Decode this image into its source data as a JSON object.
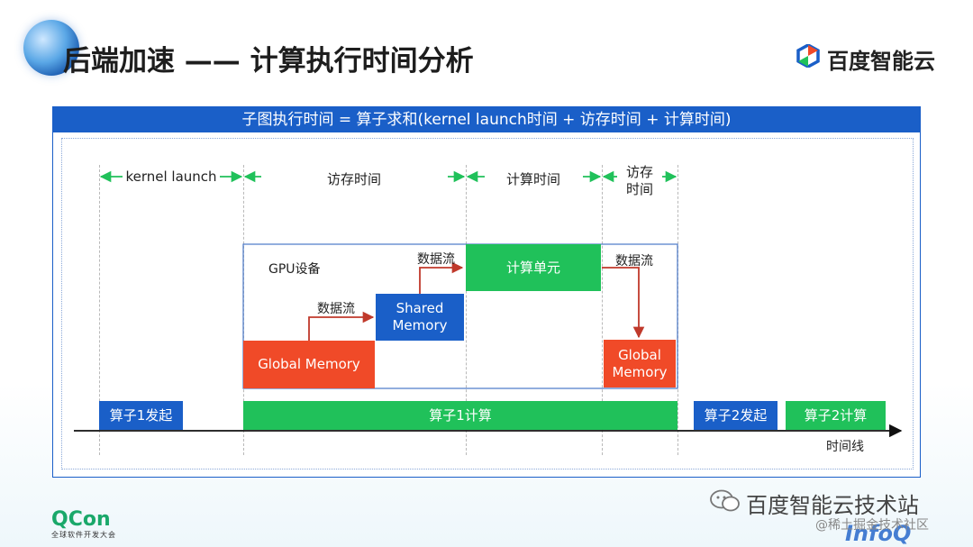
{
  "header": {
    "title": "后端加速 —— 计算执行时间分析",
    "brand": "百度智能云"
  },
  "diagram": {
    "banner": "子图执行时间 = 算子求和(kernel launch时间 + 访存时间 + 计算时间)",
    "phases": {
      "kernel_launch": "kernel launch",
      "mem_access_1": "访存时间",
      "compute": "计算时间",
      "mem_access_2": "访存\n时间"
    },
    "gpu_device": "GPU设备",
    "global_memory_1": "Global Memory",
    "shared_memory": "Shared\nMemory",
    "compute_unit": "计算单元",
    "global_memory_2": "Global\nMemory",
    "data_flow": "数据流",
    "timeline": {
      "op1_launch": "算子1发起",
      "op1_compute": "算子1计算",
      "op2_launch": "算子2发起",
      "op2_compute": "算子2计算",
      "axis_label": "时间线"
    },
    "colors": {
      "blue": "#1a5fc8",
      "green": "#20c15a",
      "red": "#f04a28",
      "arrow_green": "#20c15a",
      "arrow_red": "#c0392b"
    }
  },
  "footer": {
    "qcon": "QCon",
    "qcon_sub": "全球软件开发大会",
    "wechat_account": "百度智能云技术站",
    "community": "@稀土掘金技术社区",
    "infoq": "InfoQ"
  }
}
